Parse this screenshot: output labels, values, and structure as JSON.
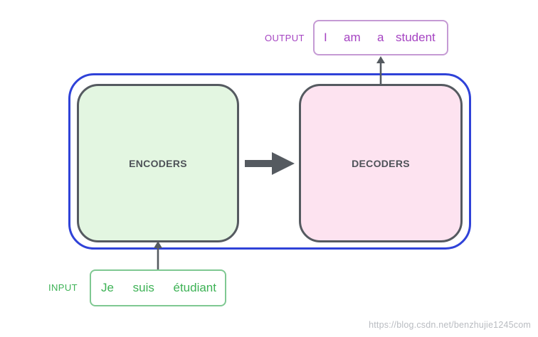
{
  "diagram": {
    "encoders_label": "ENCODERS",
    "decoders_label": "DECODERS",
    "input": {
      "label": "INPUT",
      "words": [
        "Je",
        "suis",
        "étudiant"
      ]
    },
    "output": {
      "label": "OUTPUT",
      "words": [
        "I",
        "am",
        "a",
        "student"
      ]
    }
  },
  "watermark": "https://blog.csdn.net/benzhujie1245com",
  "colors": {
    "outer_border": "#2f42d8",
    "encoder_fill": "#e3f6e1",
    "decoder_fill": "#fde3f0",
    "block_border": "#555a60",
    "input_text": "#3db255",
    "input_border": "#7fc892",
    "output_text": "#a543c2",
    "output_border": "#c59ad4",
    "arrow": "#555a60"
  }
}
